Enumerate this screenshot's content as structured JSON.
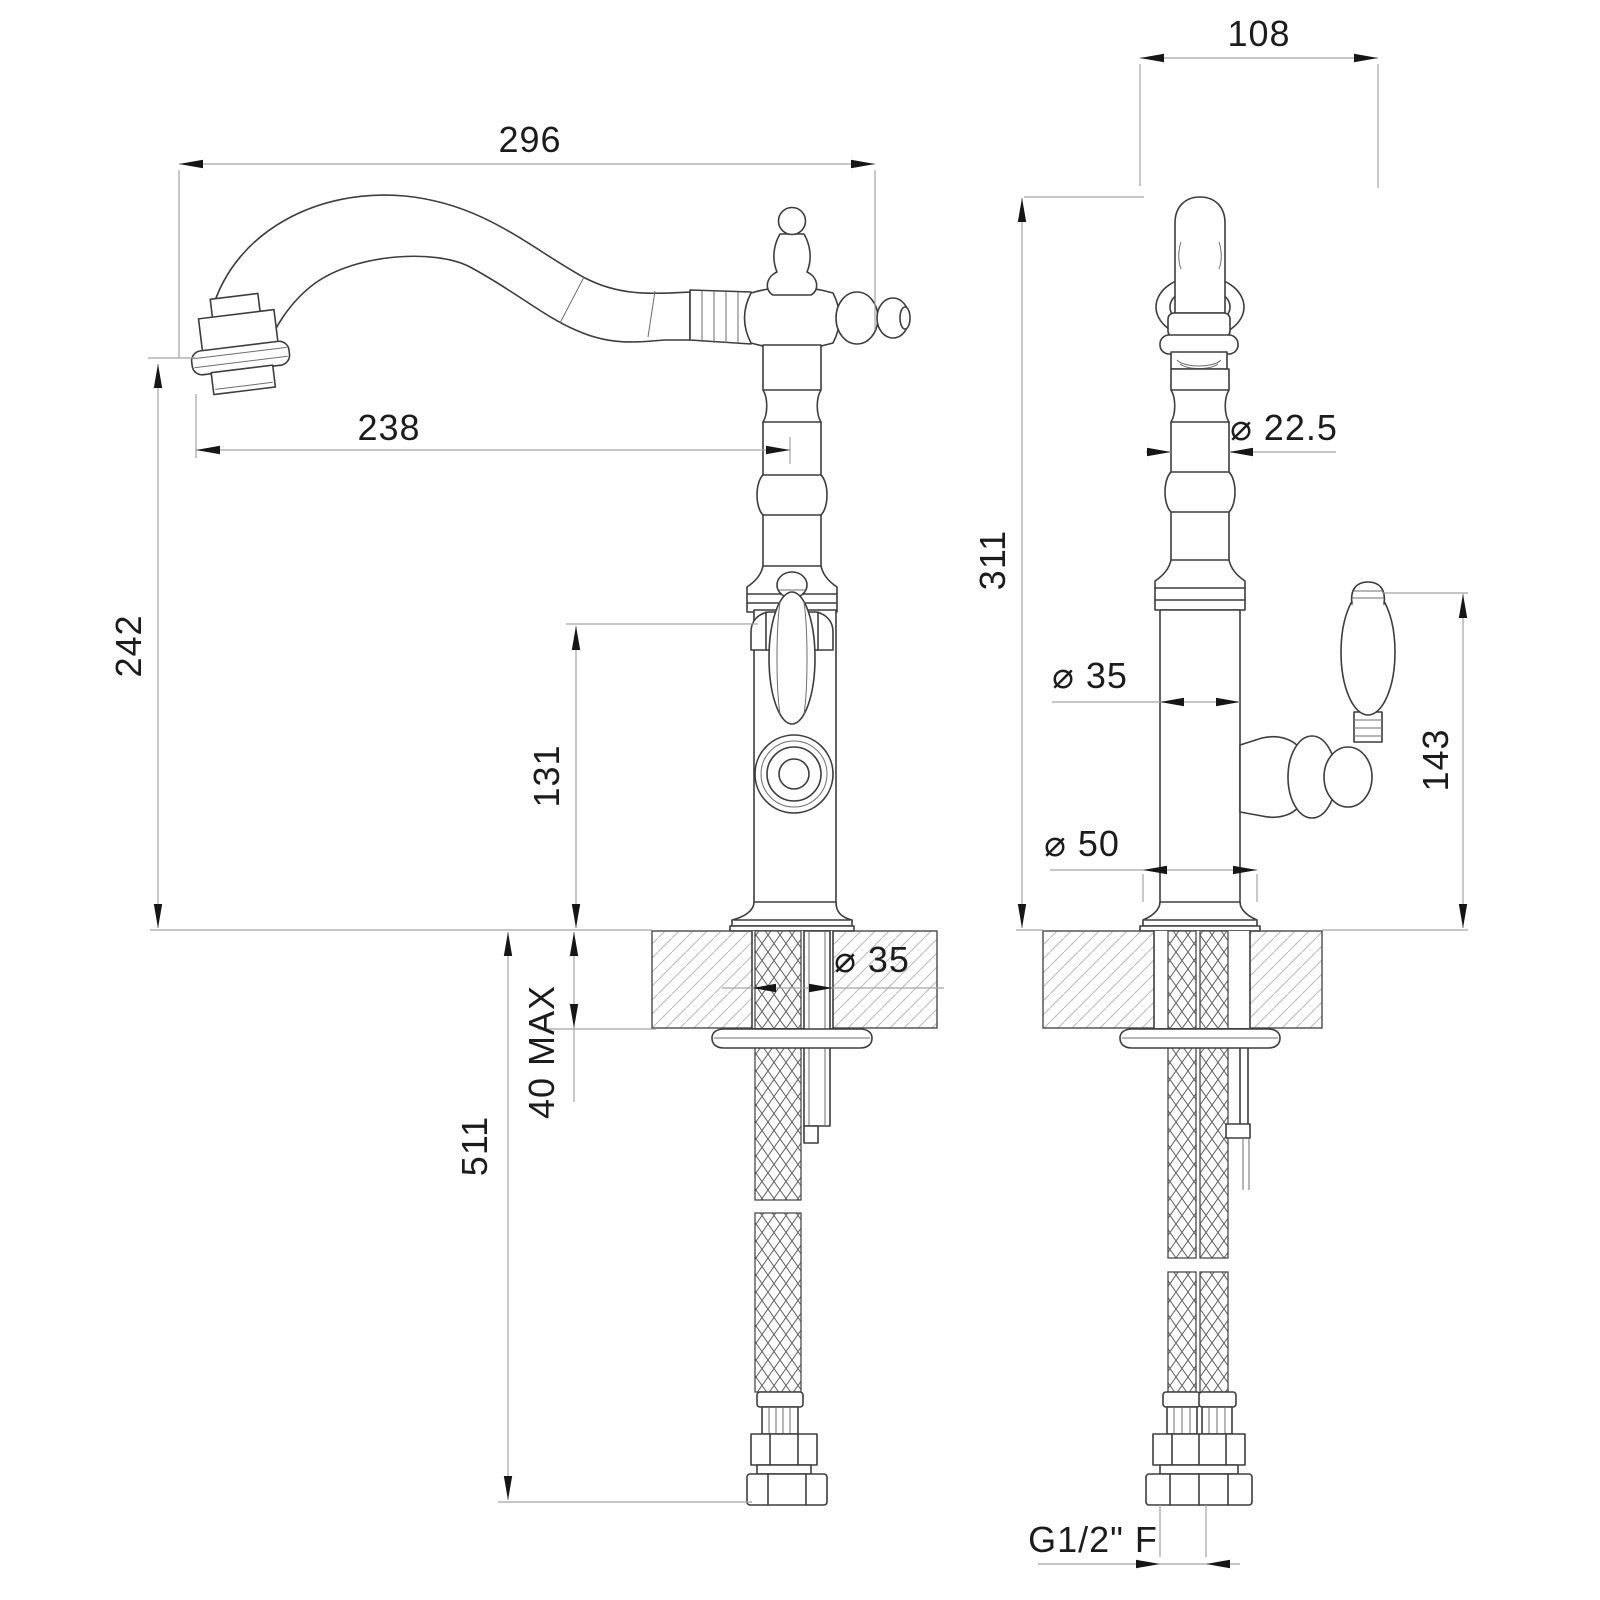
{
  "drawing": {
    "type": "technical-dimension-drawing",
    "subject": "traditional kitchen sink mixer tap, front and side elevations with flexible connection hoses",
    "views": {
      "front": "front-view",
      "side": "side-view"
    },
    "dimensions": {
      "overall_projection": "296",
      "spout_reach": "238",
      "spout_outlet_height": "242",
      "body_height": "131",
      "deck_hole_diameter": "⌀ 35",
      "deck_thickness_max": "40 MAX",
      "hose_length": "511",
      "top_offset": "108",
      "spout_pipe_diameter": "⌀ 22.5",
      "overall_height": "311",
      "body_diameter": "⌀ 35",
      "handle_top_height": "143",
      "base_diameter": "⌀ 50",
      "connection_thread": "G1/2\" F"
    },
    "colors": {
      "background": "#ffffff",
      "outline": "#3d3d3d",
      "dimension_line": "#a4a4a4",
      "text": "#1c1c1c",
      "hatch": "#bdbdbd",
      "braid": "#5f5f5f"
    }
  }
}
